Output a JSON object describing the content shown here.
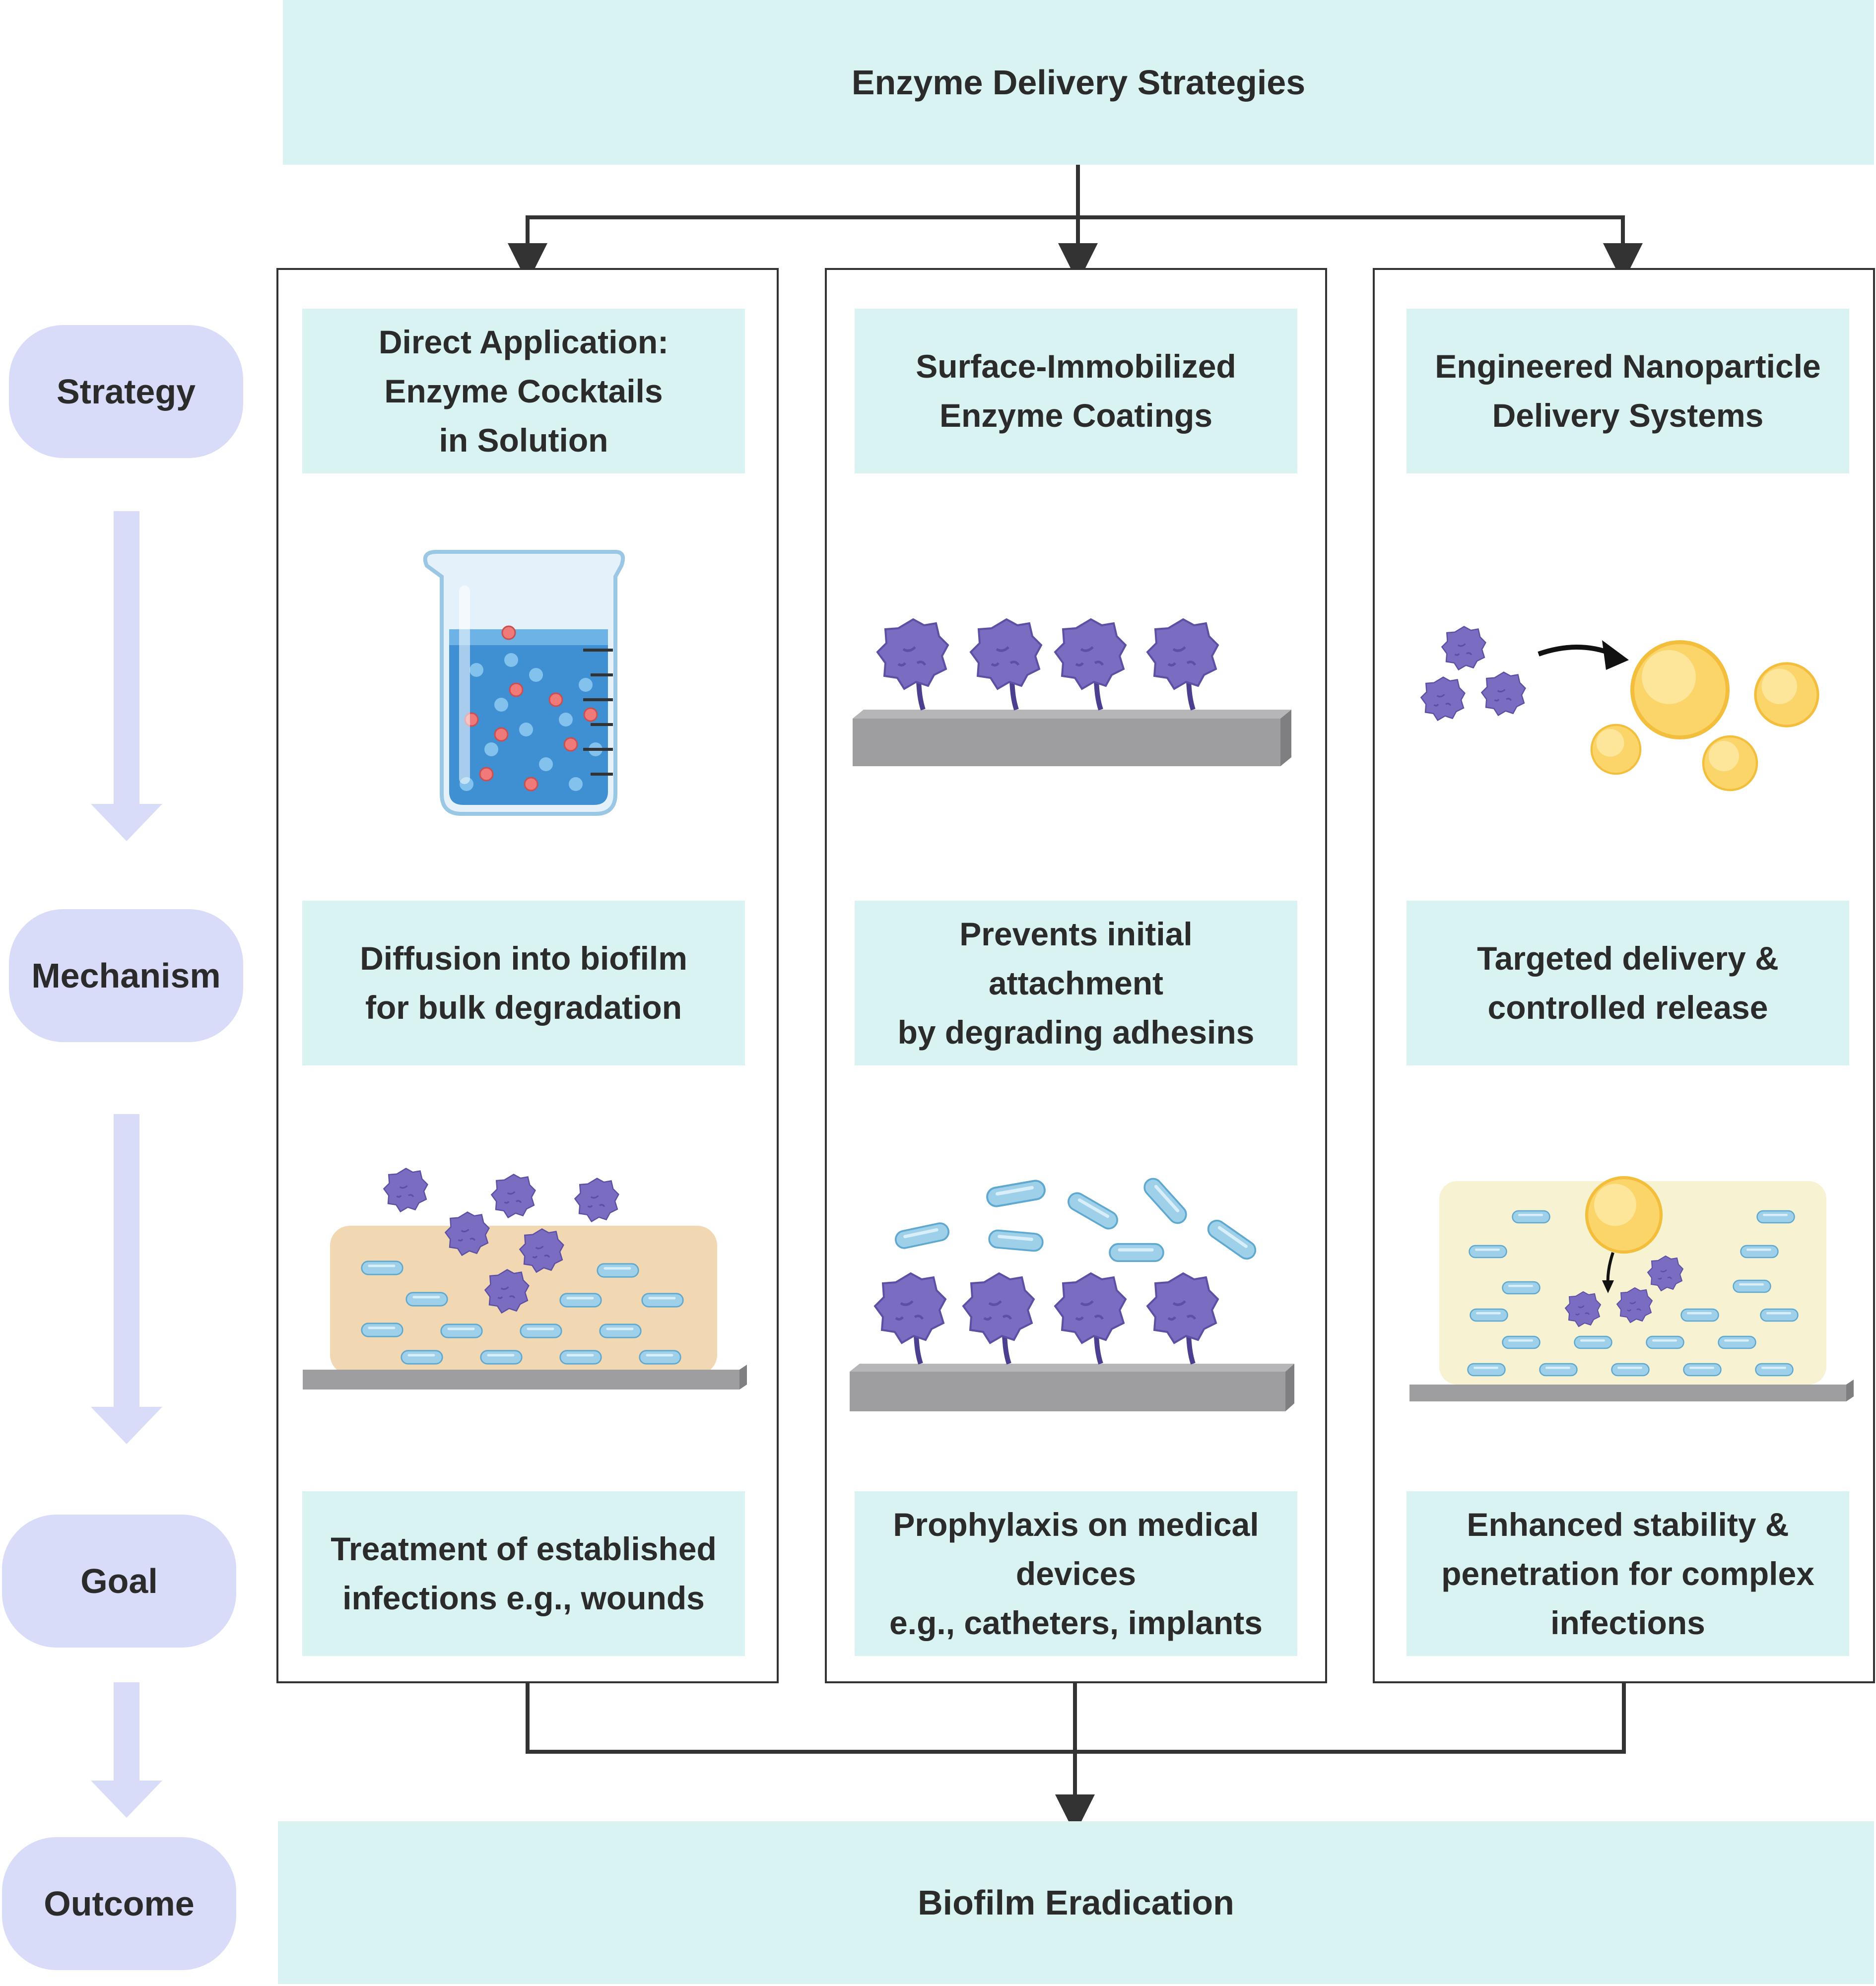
{
  "header": {
    "title": "Enzyme Delivery Strategies"
  },
  "footer": {
    "title": "Biofilm Eradication"
  },
  "row_labels": {
    "strategy": "Strategy",
    "mechanism": "Mechanism",
    "goal": "Goal",
    "outcome": "Outcome"
  },
  "columns": [
    {
      "strategy": "Direct Application:\nEnzyme Cocktails\nin Solution",
      "strategy_icon": "beaker-with-enzymes-illustration",
      "mechanism": "Diffusion into biofilm\nfor bulk degradation",
      "mechanism_icon": "enzymes-penetrating-biofilm-illustration",
      "goal": "Treatment of established\ninfections e.g., wounds"
    },
    {
      "strategy": "Surface-Immobilized\nEnzyme Coatings",
      "strategy_icon": "tethered-enzymes-on-surface-illustration",
      "mechanism": "Prevents initial\nattachment\nby degrading adhesins",
      "mechanism_icon": "bacteria-repelled-by-coating-illustration",
      "goal": "Prophylaxis on medical\ndevices\ne.g., catheters, implants"
    },
    {
      "strategy": "Engineered Nanoparticle\nDelivery Systems",
      "strategy_icon": "enzymes-loaded-into-nanoparticles-illustration",
      "mechanism": "Targeted delivery &\ncontrolled release",
      "mechanism_icon": "nanoparticle-releasing-enzymes-in-biofilm-illustration",
      "goal": "Enhanced stability &\npenetration for complex\ninfections"
    }
  ],
  "colors": {
    "box_fill": "#d9f3f2",
    "label_fill": "#d9dcf8",
    "enzyme": "#7a6cc0",
    "bacteria": "#9fd0ea",
    "nanoparticle": "#fcd56a",
    "surface": "#9e9d9f",
    "biofilm_matrix": "#f1d8b3"
  }
}
